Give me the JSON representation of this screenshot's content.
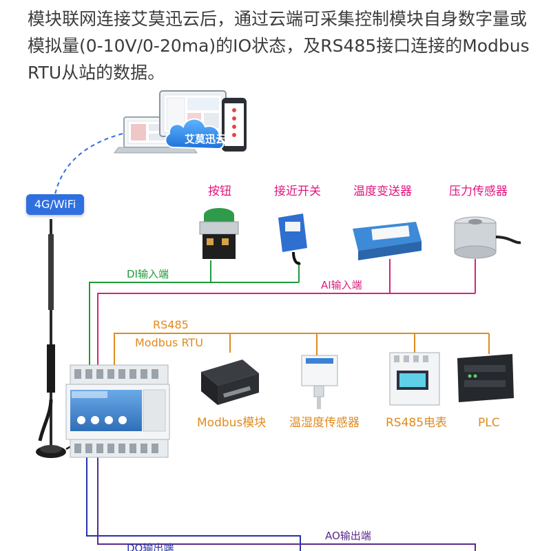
{
  "intro": {
    "text": "模块联网连接艾莫迅云后，通过云端可采集控制模块自身数字量或模拟量(0-10V/0-20ma)的IO状态，及RS485接口连接的Modbus RTU从站的数据。"
  },
  "cloud": {
    "label": "艾莫迅云"
  },
  "connectivity": {
    "label": "4G/WiFi"
  },
  "top_devices": [
    {
      "label": "按钮"
    },
    {
      "label": "接近开关"
    },
    {
      "label": "温度变送器"
    },
    {
      "label": "压力传感器"
    }
  ],
  "buses": {
    "di": "DI输入端",
    "ai": "AI输入端",
    "rs485": "RS485",
    "modbus": "Modbus RTU",
    "do": "DO输出端",
    "ao": "AO输出端"
  },
  "bottom_devices": [
    {
      "label": "Modbus模块"
    },
    {
      "label": "温湿度传感器"
    },
    {
      "label": "RS485电表"
    },
    {
      "label": "PLC"
    }
  ],
  "colors": {
    "di_line": "#1f9a3a",
    "ai_line": "#d4237a",
    "rs485_line": "#e08a1e",
    "do_line": "#2432a8",
    "ao_line": "#5a2a8a",
    "badge": "#2f6fe0",
    "cloud": "#2d8cf0"
  }
}
